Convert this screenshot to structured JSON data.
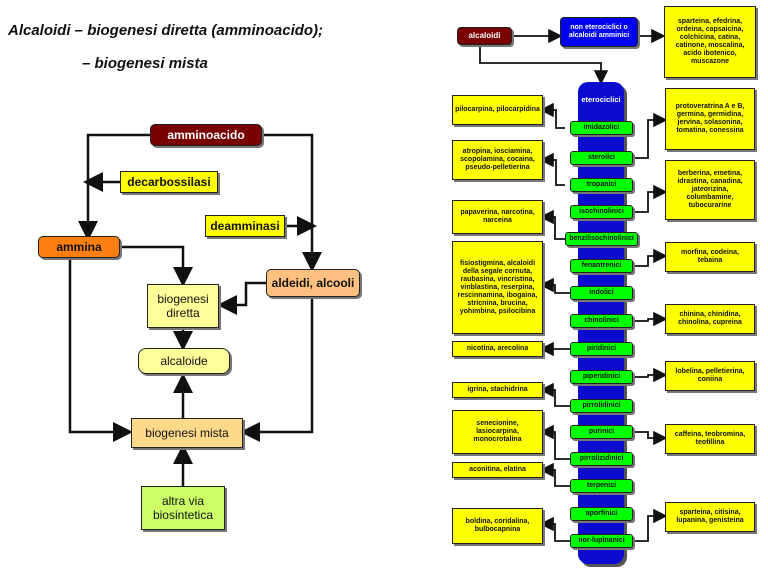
{
  "left": {
    "title1": "Alcaloidi – biogenesi diretta (amminoacido);",
    "title2": "– biogenesi mista",
    "amminoacido": "amminoacido",
    "decarbossilasi": "decarbossilasi",
    "deamminasi": "deamminasi",
    "ammina": "ammina",
    "aldeidi": "aldeidi, alcooli",
    "biogenesi_diretta": "biogenesi\ndiretta",
    "alcaloide": "alcaloide",
    "biogenesi_mista": "biogenesi mista",
    "altra_via": "altra via\nbiosintetica"
  },
  "right": {
    "alcaloidi": "alcaloidi",
    "non_eterociclici": "non eterociclici o alcaloidi amminici",
    "non_eterociclici_examples": "sparteina, efedrina, ordeina, capsaicina, colchicina, catina, catinone, moscalina, acido ibotenico, muscazone",
    "eterociclici": "eterociclici",
    "classes": [
      "imidazolici",
      "steroilci",
      "tropanici",
      "isochinolinici",
      "benzilisochinolinici",
      "fenantrenici",
      "indolici",
      "chinolinici",
      "piridinici",
      "piperidinici",
      "pirrolidinici",
      "purinici",
      "pirrolizidinici",
      "terpenici",
      "aporfinici",
      "nor-lupinanici"
    ],
    "examples": {
      "pilocarpina": "pilocarpina, pilocarpidina",
      "protoveratrina": "protoveratrina A e B, germina, germidina, jervina, solasonina, tomatina, conessina",
      "atropina": "atropina, iosciamina, scopolamina, cocaina, pseudo-pelletierina",
      "berberina": "berberina, emetina, idrastina, canadina, jateorizina, columbamine, tubocurarine",
      "papaverina": "papaverina, narcotina, narceina",
      "morfina": "morfina, codeina, tebaina",
      "fisiostigmina": "fisiostigmina, alcaloidi della segale cornuta, raubasina, vincristina, vinblastina, reserpina, rescinnamina, ibogaina, stricnina, brucina, yohimbina, psilocibina",
      "chinina": "chinina, chinidina, chinolina, cupreina",
      "nicotina": "nicotina, arecolina",
      "lobelina": "lobelina, pelletierina, coniina",
      "igrina": "igrina, stachidrina",
      "caffeina": "caffeina, teobromina, teofillina",
      "senecionine": "senecionine, lasiocarpina, monocrotalina",
      "aconitina": "aconitina, elatina",
      "boldina": "boldina, coridalina, bulbocapnina",
      "sparteina": "sparteina, citisina, lupanina, genisteina"
    }
  }
}
